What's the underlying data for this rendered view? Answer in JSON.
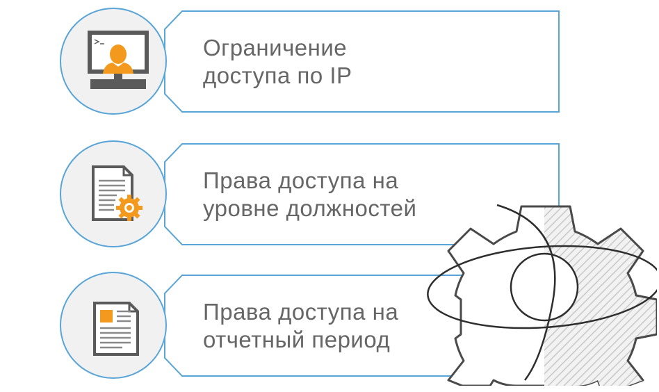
{
  "items": [
    {
      "line1": "Ограничение",
      "line2": "доступа по IP",
      "icon": "user-monitor-icon"
    },
    {
      "line1": "Права доступа на",
      "line2": "уровне должностей",
      "icon": "document-gear-icon"
    },
    {
      "line1": "Права доступа на",
      "line2": "отчетный период",
      "icon": "report-document-icon"
    }
  ],
  "colors": {
    "frame": "#5aa5d7",
    "circle_fill": "#f1f1f1",
    "text": "#666666",
    "icon_dark": "#5a5a5a",
    "accent": "#f39a1e"
  }
}
